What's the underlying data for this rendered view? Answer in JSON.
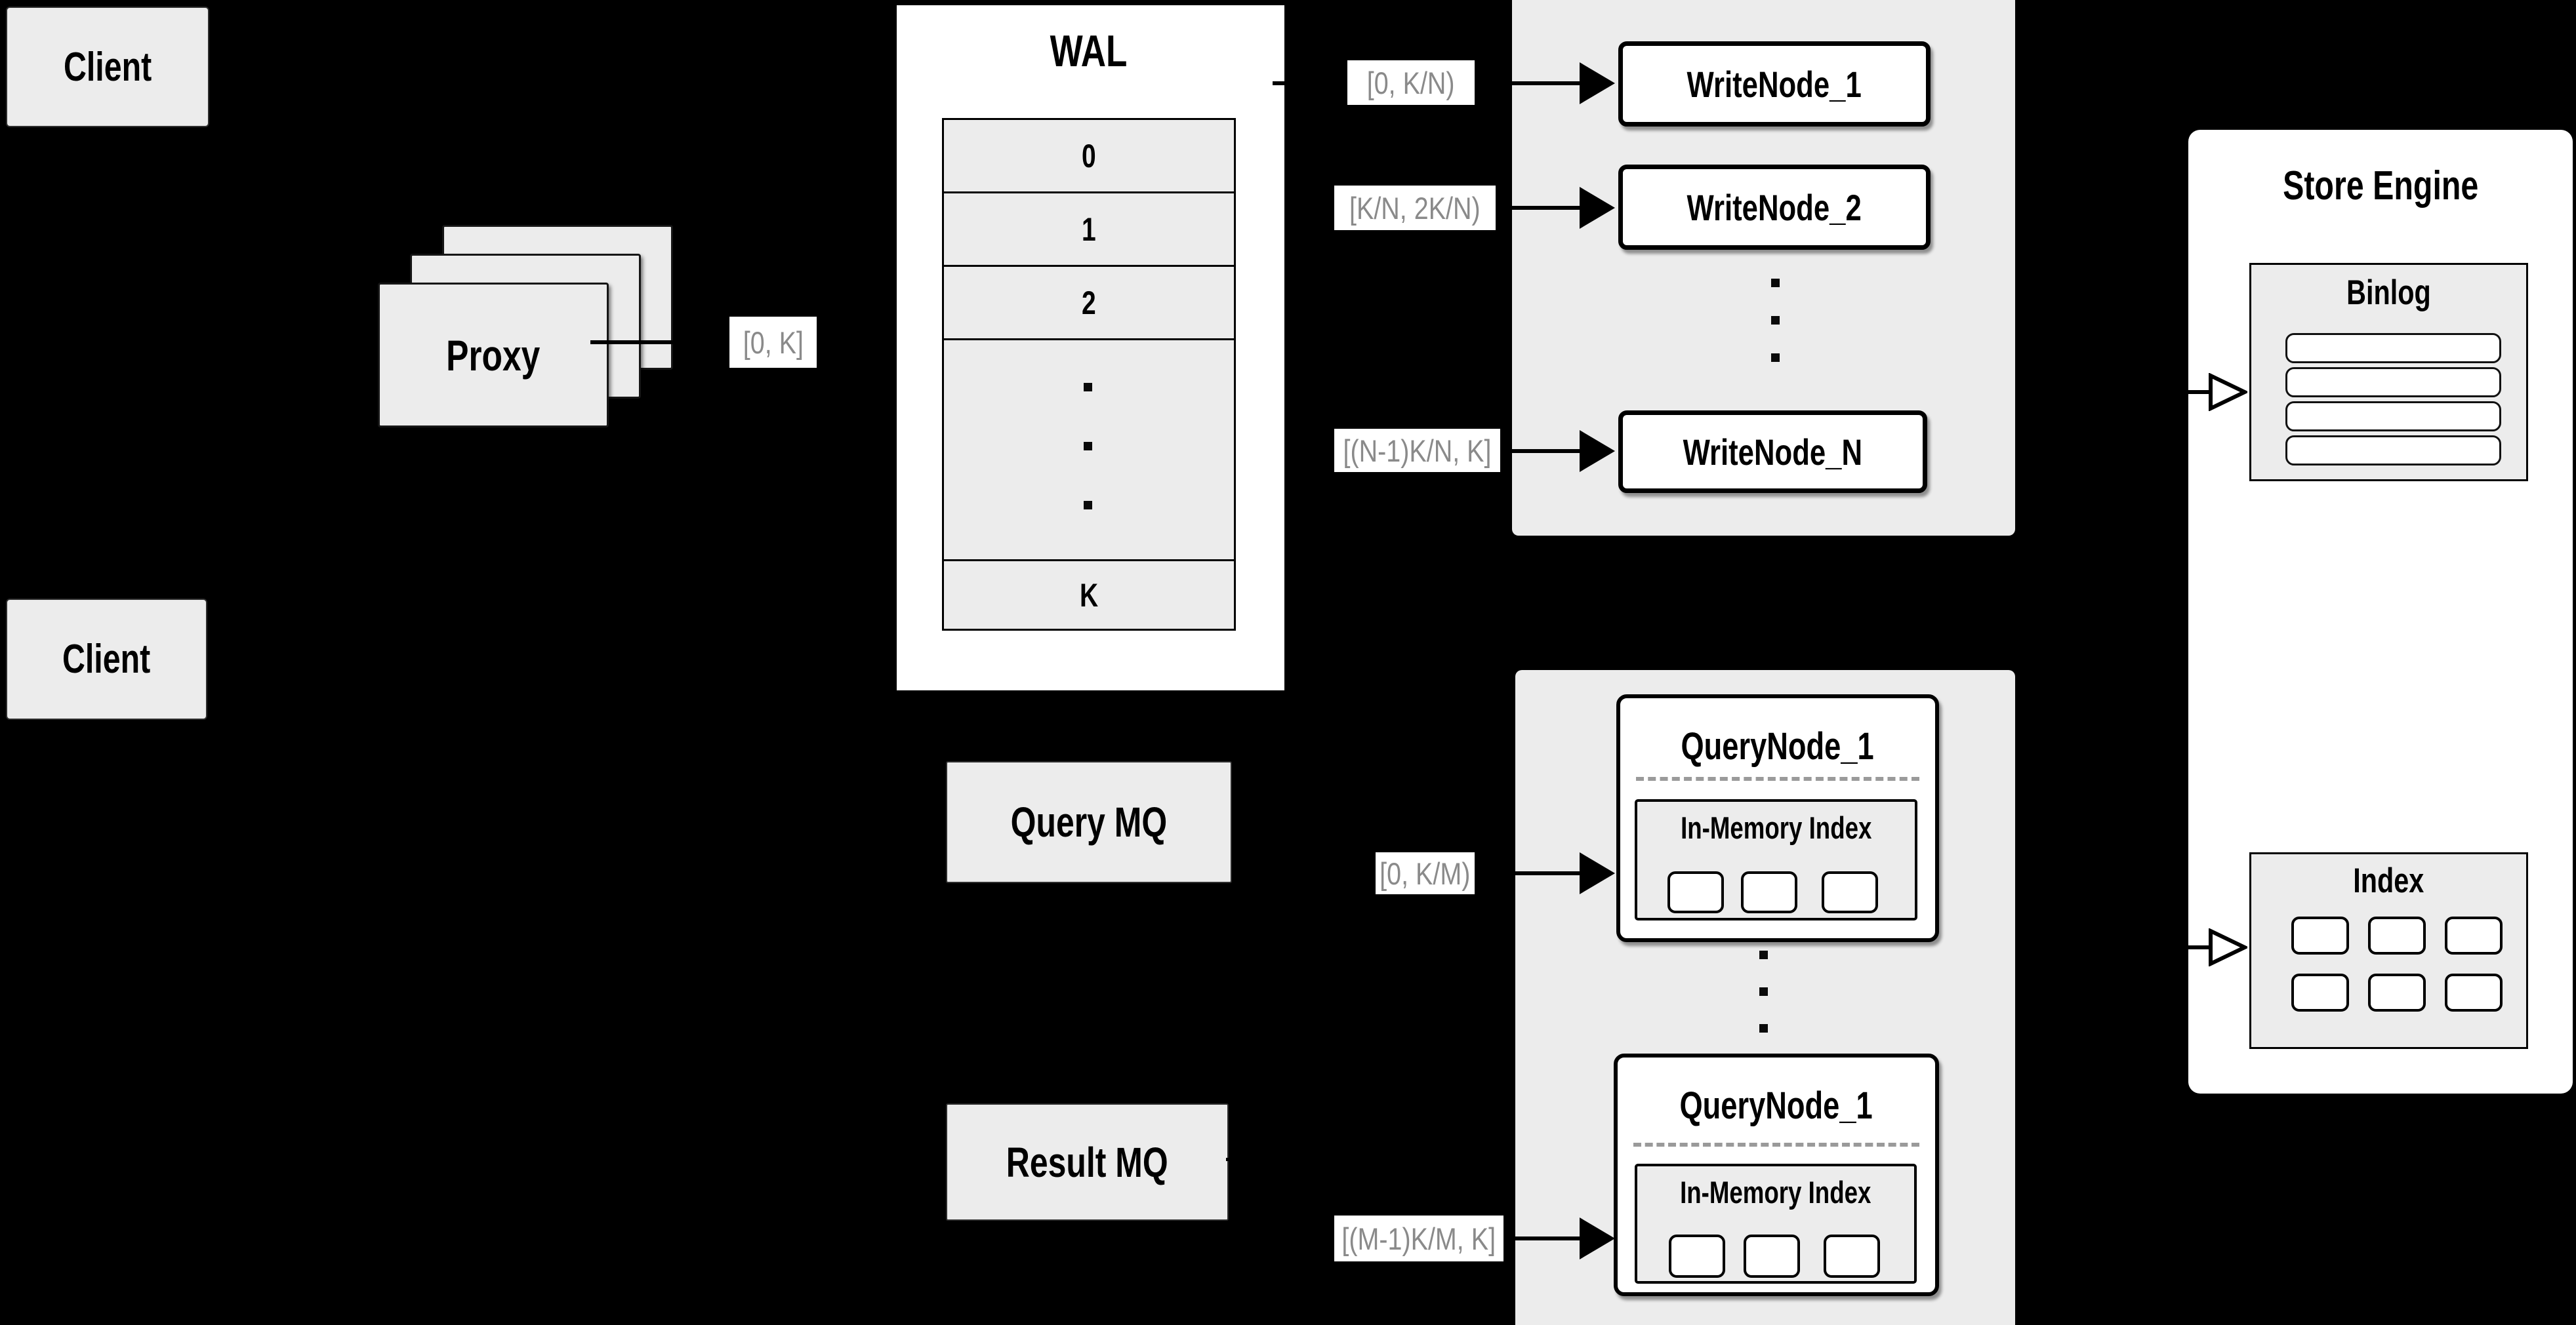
{
  "colors": {
    "background": "#000000",
    "box_gray": "#ececec",
    "box_white": "#ffffff",
    "border_black": "#000000",
    "range_label_text": "#8a8a8a",
    "dashed_divider": "#9a9a9a"
  },
  "clients": {
    "top_label": "Client",
    "bottom_label": "Client"
  },
  "proxy": {
    "label": "Proxy"
  },
  "wal": {
    "title": "WAL",
    "rows": [
      "0",
      "1",
      "2"
    ],
    "ellipsis_note": "vertical-dots",
    "last_row": "K"
  },
  "range_labels": {
    "proxy_to_wal": "[0, K]",
    "write_1": "[0,  K/N)",
    "write_2": "[K/N, 2K/N)",
    "write_n": "[(N-1)K/N,  K]",
    "query_1": "[0, K/M)",
    "query_m": "[(M-1)K/M, K]"
  },
  "write_nodes": {
    "node_1": "WriteNode_1",
    "node_2": "WriteNode_2",
    "node_n": "WriteNode_N"
  },
  "mq": {
    "query": "Query MQ",
    "result": "Result MQ"
  },
  "query_nodes": {
    "node_top_title": "QueryNode_1",
    "node_bottom_title": "QueryNode_1",
    "in_memory_top": "In-Memory Index",
    "in_memory_bottom": "In-Memory Index"
  },
  "store_engine": {
    "title": "Store Engine",
    "binlog_title": "Binlog",
    "index_title": "Index"
  }
}
